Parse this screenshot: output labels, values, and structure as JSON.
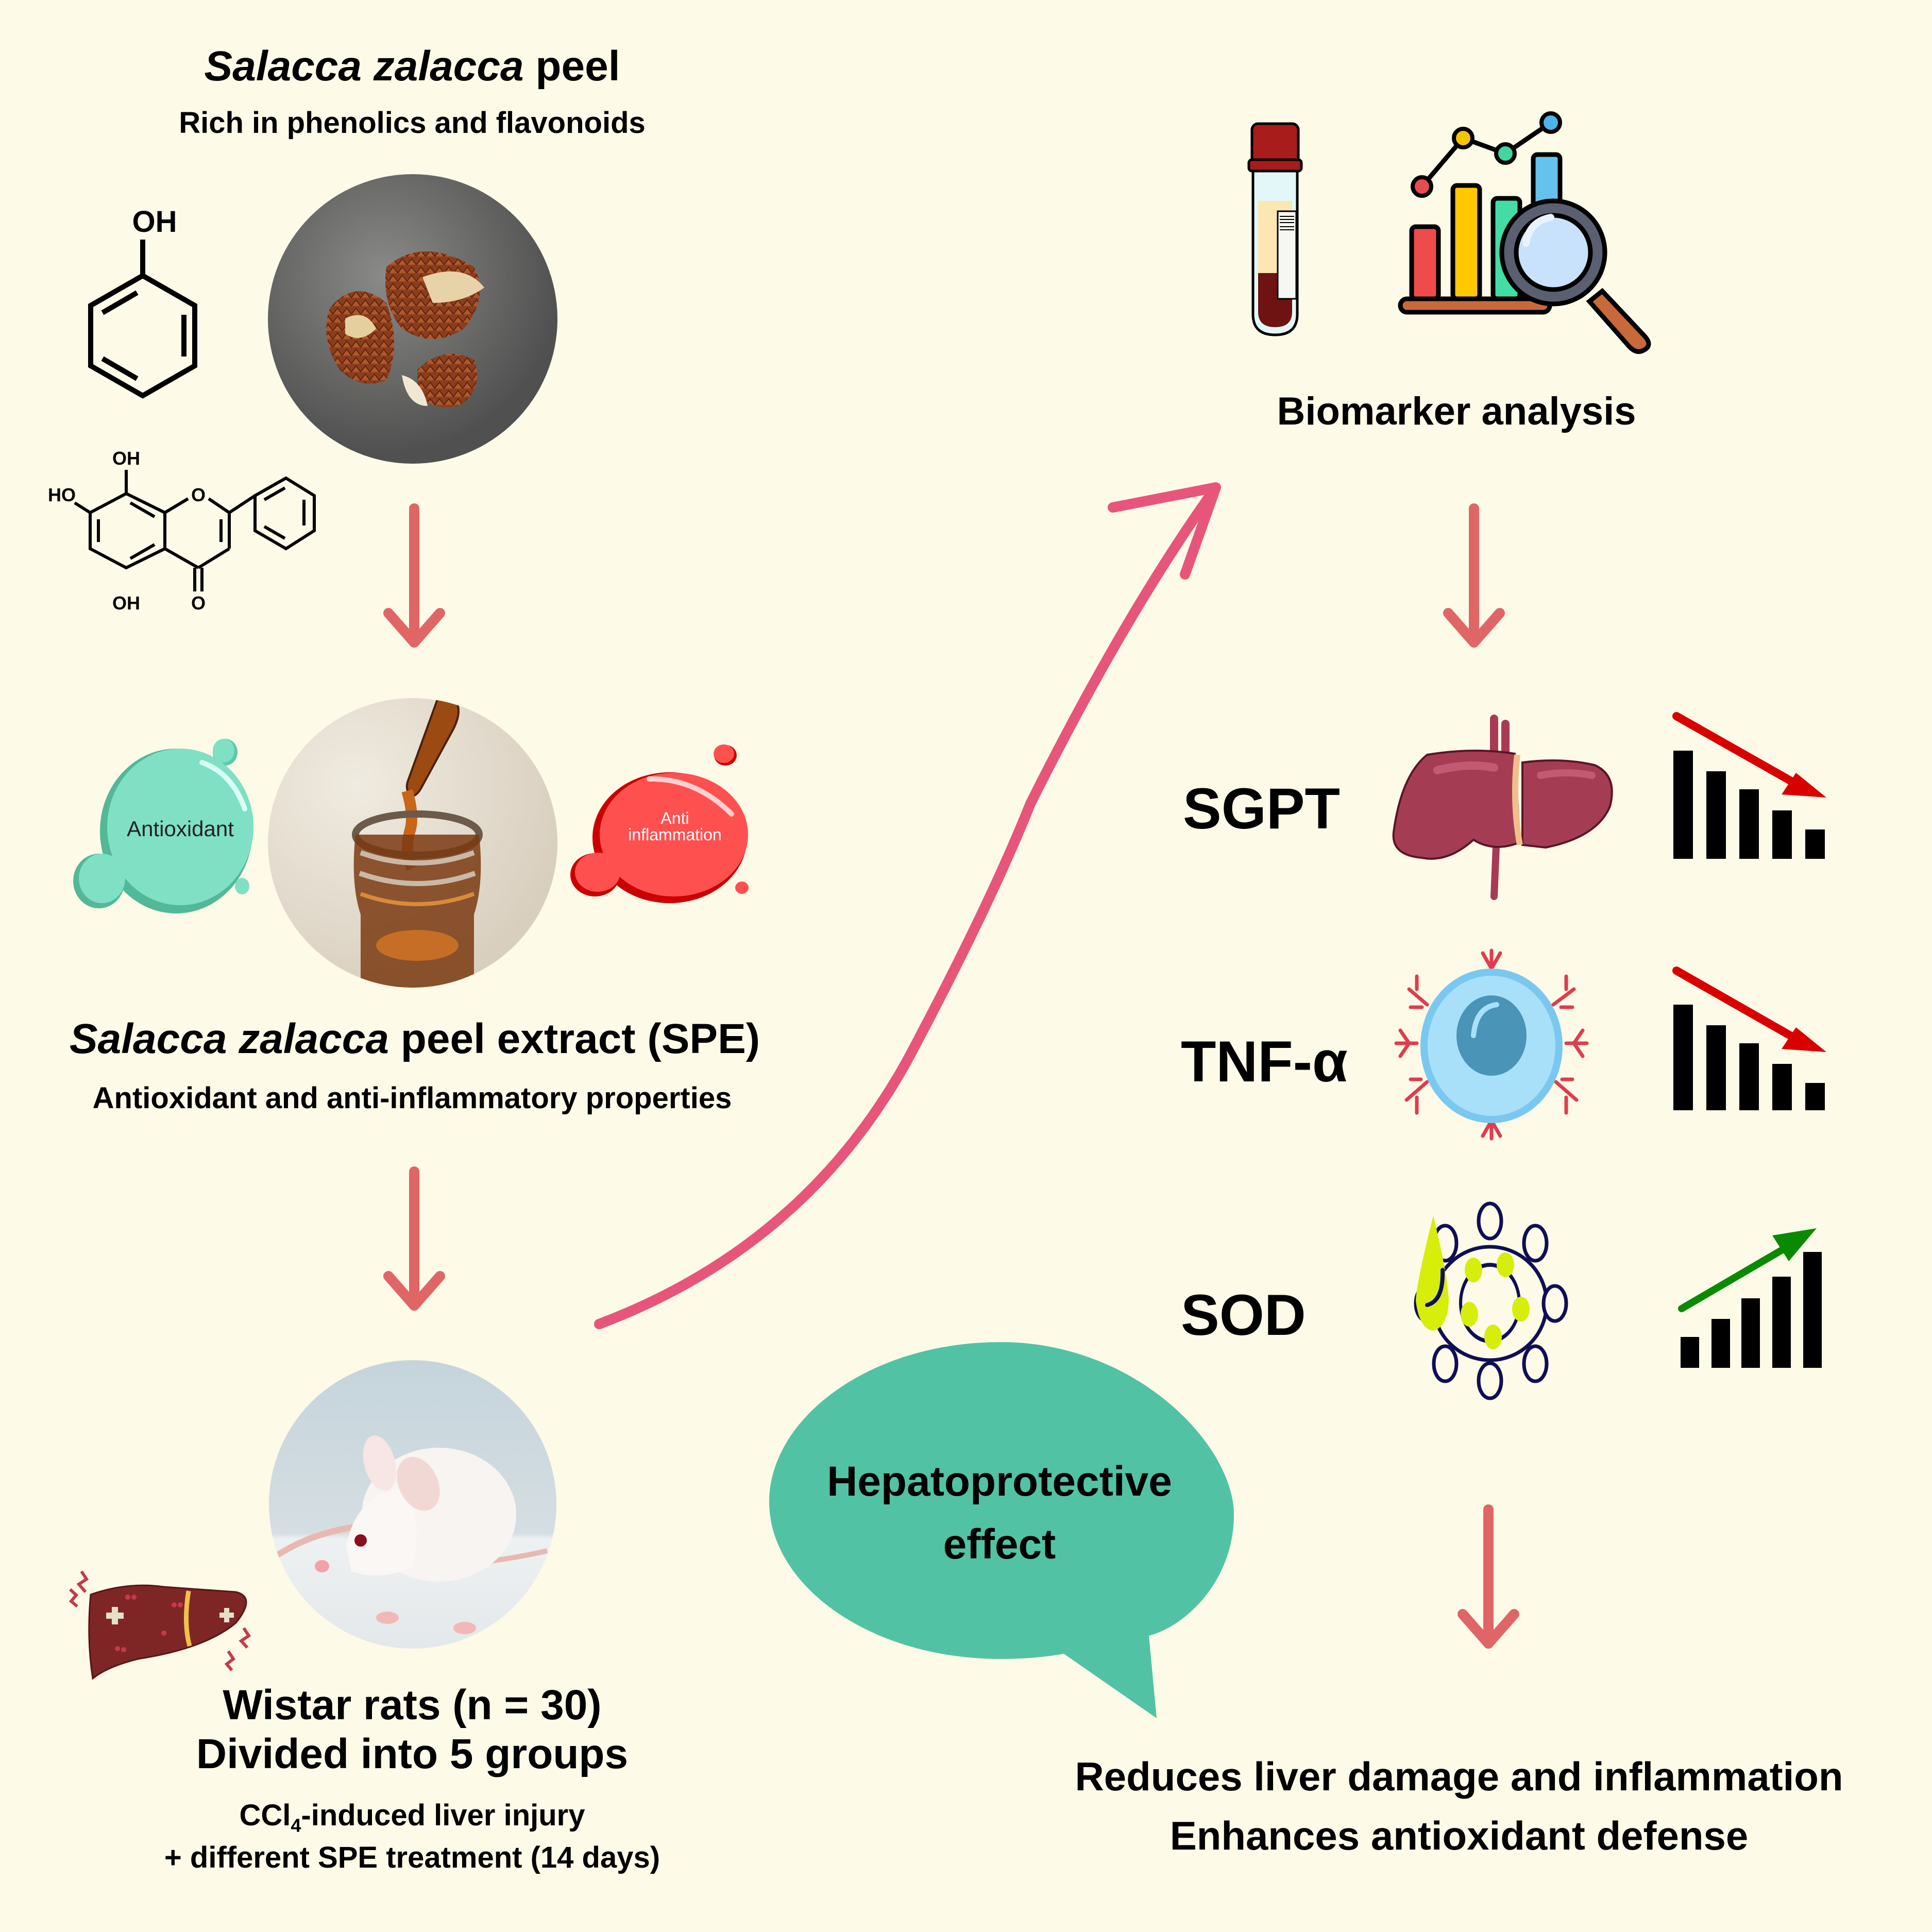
{
  "colors": {
    "background": "#fefae8",
    "arrow": "#e06666",
    "curve_arrow": "#e8557a",
    "antioxidant_bubble": "#7fe0c4",
    "anti_inflammation_bubble": "#ff5050",
    "speech_bubble": "#52c2a5",
    "trend_down": "#d90000",
    "trend_up": "#0a8a00"
  },
  "plant_section": {
    "title_italic": "Salacca zalacca",
    "title_rest": " peel",
    "subtitle": "Rich in phenolics and flavonoids",
    "phenol_label": "OH",
    "flavone_labels": {
      "oh_top": "OH",
      "ho_left": "HO",
      "ring_o": "O",
      "oh_bottom": "OH",
      "carbonyl_o": "O"
    },
    "photo_icon": "salak-peel-photo"
  },
  "extract_section": {
    "antioxidant_label": "Antioxidant",
    "anti_inflammation_line1": "Anti",
    "anti_inflammation_line2": "inflammation",
    "title_italic": "Salacca zalacca",
    "title_rest": " peel extract (SPE)",
    "subtitle": "Antioxidant and anti-inflammatory properties",
    "photo_icon": "extract-dropper-photo"
  },
  "animal_section": {
    "line1": "Wistar rats (n = 30)",
    "line2": "Divided into 5 groups",
    "line3_prefix": "CCl",
    "line3_sub": "4",
    "line3_suffix": "-induced liver injury",
    "line4": "+ different SPE treatment (14 days)",
    "photo_icon": "white-rat-photo",
    "liver_icon": "damaged-liver-icon"
  },
  "analysis_section": {
    "title": "Biomarker analysis",
    "icons": [
      "blood-tube-icon",
      "chart-magnifier-icon"
    ]
  },
  "biomarkers": [
    {
      "name": "SGPT",
      "icon": "liver-icon",
      "trend": "decrease"
    },
    {
      "name": "TNF-α",
      "icon": "immune-cell-icon",
      "trend": "decrease"
    },
    {
      "name": "SOD",
      "icon": "sod-enzyme-icon",
      "trend": "increase"
    }
  ],
  "outcome": {
    "bubble_line1": "Hepatoprotective",
    "bubble_line2": "effect",
    "line1": "Reduces liver damage and inflammation",
    "line2": "Enhances antioxidant defense"
  }
}
